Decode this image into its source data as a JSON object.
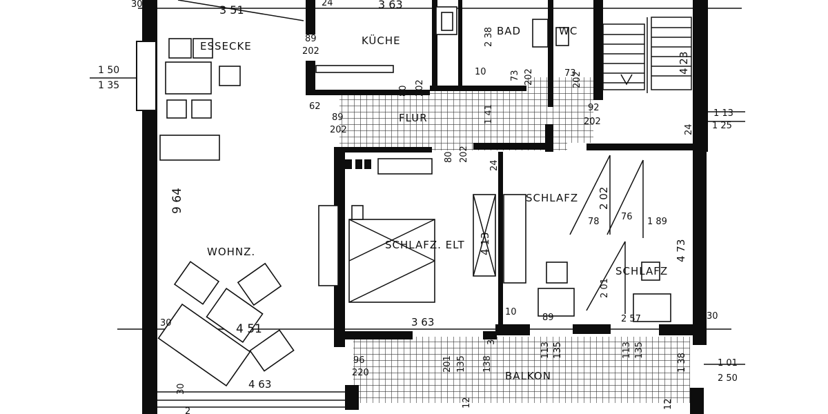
{
  "rooms": {
    "essecke": "ESSECKE",
    "kueche": "KÜCHE",
    "bad": "BAD",
    "wc": "WC",
    "flur": "FLUR",
    "wohnz": "WOHNZ.",
    "schlafz_elt": "SCHLAFZ. ELT",
    "schlafz_1": "SCHLAFZ",
    "schlafz_2": "SCHLAFZ",
    "balkon": "BALKON"
  },
  "dimensions": {
    "d_30_top": "30",
    "d_351": "3 51",
    "d_24_top": "24",
    "d_363_top": "3 63",
    "d_89_kueche": "89",
    "d_202_kueche": "202",
    "d_238": "2 38",
    "d_150": "1 50",
    "d_135_left": "1 35",
    "d_62": "62",
    "d_89_flur": "89",
    "d_202_flur": "202",
    "d_80_a": "80",
    "d_202_a": "202",
    "d_10_a": "10",
    "d_73_a": "73",
    "d_202_b": "202",
    "d_141": "1 41",
    "d_73_b": "73",
    "d_202_c": "202",
    "d_92": "92",
    "d_202_d": "202",
    "d_423": "4 23",
    "d_113_right": "1 13",
    "d_125": "1 25",
    "d_24_right": "24",
    "d_80_b": "80",
    "d_202_e": "202",
    "d_24_mid": "24",
    "d_964": "9 64",
    "d_202_f": "2 02",
    "d_78": "78",
    "d_76": "76",
    "d_189": "1 89",
    "d_413": "4 13",
    "d_473": "4 73",
    "d_201_a": "2 01",
    "d_30_left": "30",
    "d_451": "4 51",
    "d_363_bottom": "3 63",
    "d_10_b": "10",
    "d_89_bottom": "89",
    "d_257": "2 57",
    "d_30_right": "30",
    "d_96": "96",
    "d_220": "220",
    "d_201_b": "201",
    "d_135_balkon_a": "135",
    "d_138_a": "138",
    "d_30_balkon": "30",
    "d_113_balkon_a": "113",
    "d_135_balkon_b": "135",
    "d_113_balkon_b": "113",
    "d_135_balkon_c": "135",
    "d_138_b": "1 38",
    "d_101": "1 01",
    "d_250": "2 50",
    "d_463": "4 63",
    "d_30_bottom": "30",
    "d_12_a": "12",
    "d_12_b": "12",
    "d_2": "2"
  }
}
